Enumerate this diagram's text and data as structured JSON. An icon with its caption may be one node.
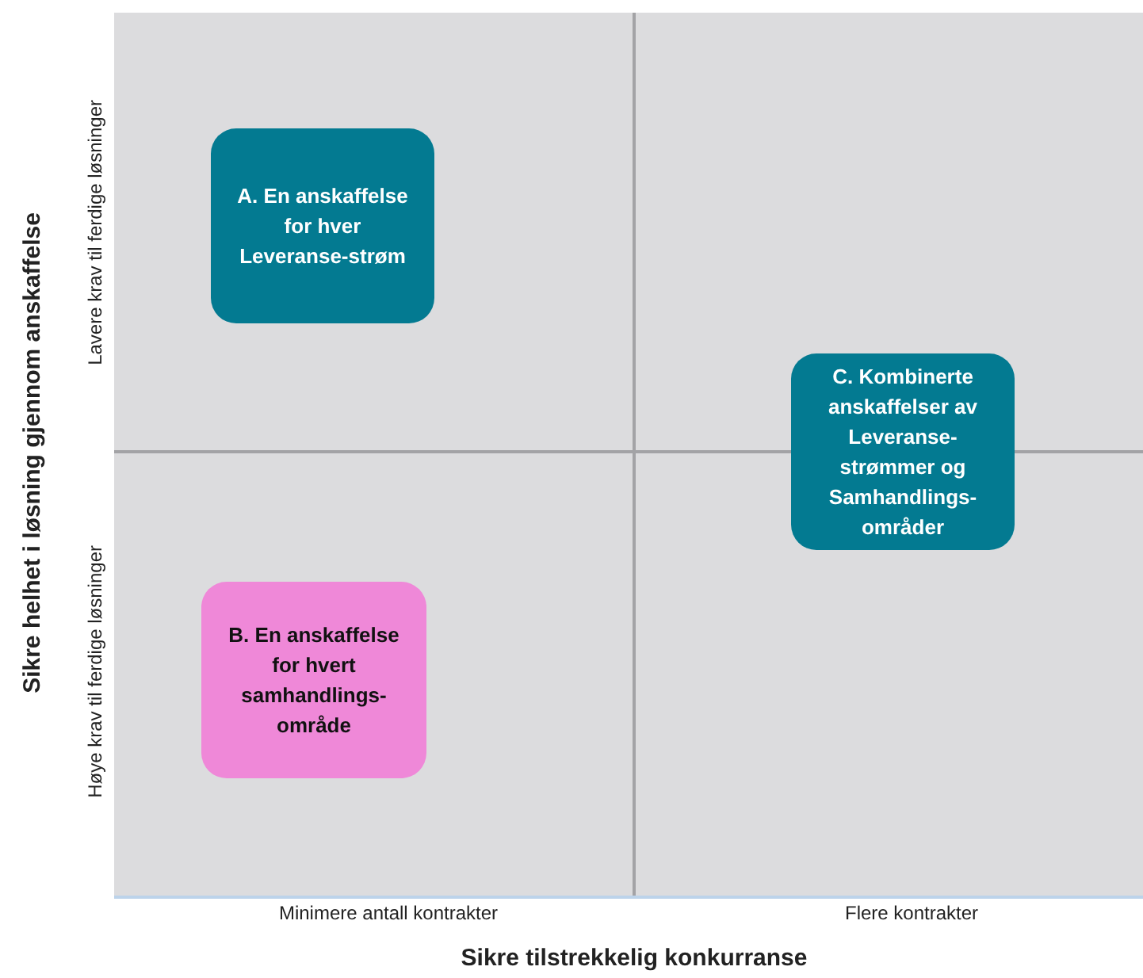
{
  "diagram": {
    "nodes": [
      {
        "text": [
          "A. En anskaffelse for hver Leveranse-strøm"
        ]
      },
      {
        "text": [
          "B. En anskaffelse for hvert samhandlings-område"
        ]
      },
      {
        "text": [
          "C. Kombinerte anskaffelser av Leveranse-strømmer og Samhandlings-områder"
        ]
      }
    ],
    "labels": [
      "Sikre helhet i løsning gjennom anskaffelse",
      "Lavere krav til ferdige løsninger",
      "Høye krav til ferdige løsninger",
      "Minimere antall kontrakter",
      "Flere kontrakter",
      "Sikre tilstrekkelig konkurranse"
    ]
  }
}
